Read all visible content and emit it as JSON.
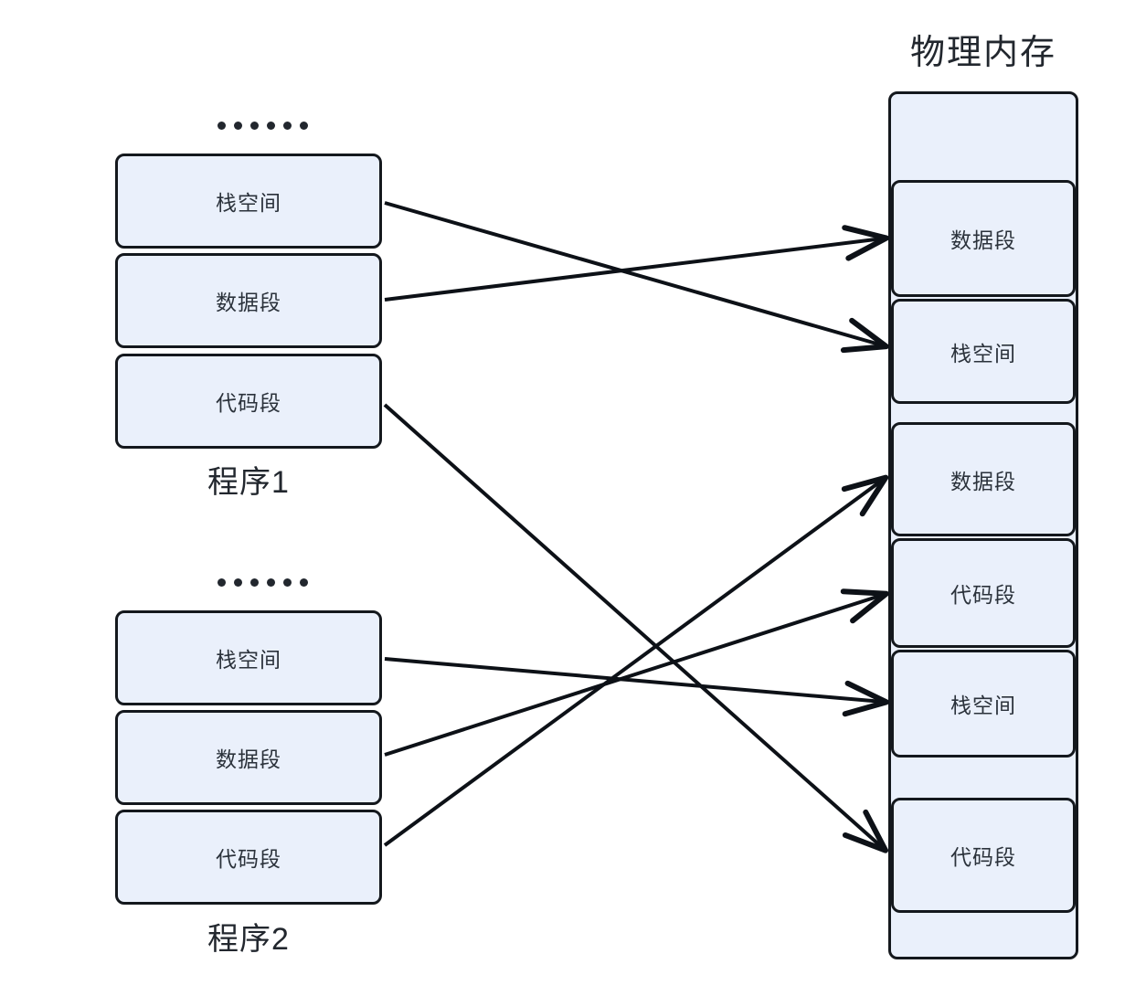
{
  "diagram": {
    "memory_title": "物理内存",
    "ellipsis_dots": 6
  },
  "programs": [
    {
      "label": "程序1",
      "segments": [
        {
          "name": "stack",
          "label": "栈空间"
        },
        {
          "name": "data",
          "label": "数据段"
        },
        {
          "name": "code",
          "label": "代码段"
        }
      ]
    },
    {
      "label": "程序2",
      "segments": [
        {
          "name": "stack",
          "label": "栈空间"
        },
        {
          "name": "data",
          "label": "数据段"
        },
        {
          "name": "code",
          "label": "代码段"
        }
      ]
    }
  ],
  "physical_memory": {
    "title": "物理内存",
    "cells": [
      {
        "label": "",
        "empty": true
      },
      {
        "label": "数据段",
        "empty": false
      },
      {
        "label": "栈空间",
        "empty": false
      },
      {
        "label": "",
        "empty": true
      },
      {
        "label": "数据段",
        "empty": false
      },
      {
        "label": "代码段",
        "empty": false
      },
      {
        "label": "栈空间",
        "empty": false
      },
      {
        "label": "",
        "empty": true
      },
      {
        "label": "代码段",
        "empty": false
      },
      {
        "label": "",
        "empty": true
      }
    ]
  },
  "mappings": [
    {
      "from": "程序1.栈空间",
      "to": "物理内存.栈空间(2)"
    },
    {
      "from": "程序1.数据段",
      "to": "物理内存.数据段(1)"
    },
    {
      "from": "程序1.代码段",
      "to": "物理内存.代码段(8)"
    },
    {
      "from": "程序2.栈空间",
      "to": "物理内存.栈空间(6)"
    },
    {
      "from": "程序2.数据段",
      "to": "物理内存.代码段(5)"
    },
    {
      "from": "程序2.代码段",
      "to": "物理内存.数据段(4)"
    }
  ],
  "colors": {
    "box_fill": "#eaf0fb",
    "box_stroke": "#14181d",
    "text": "#2b323b",
    "background": "#ffffff"
  }
}
